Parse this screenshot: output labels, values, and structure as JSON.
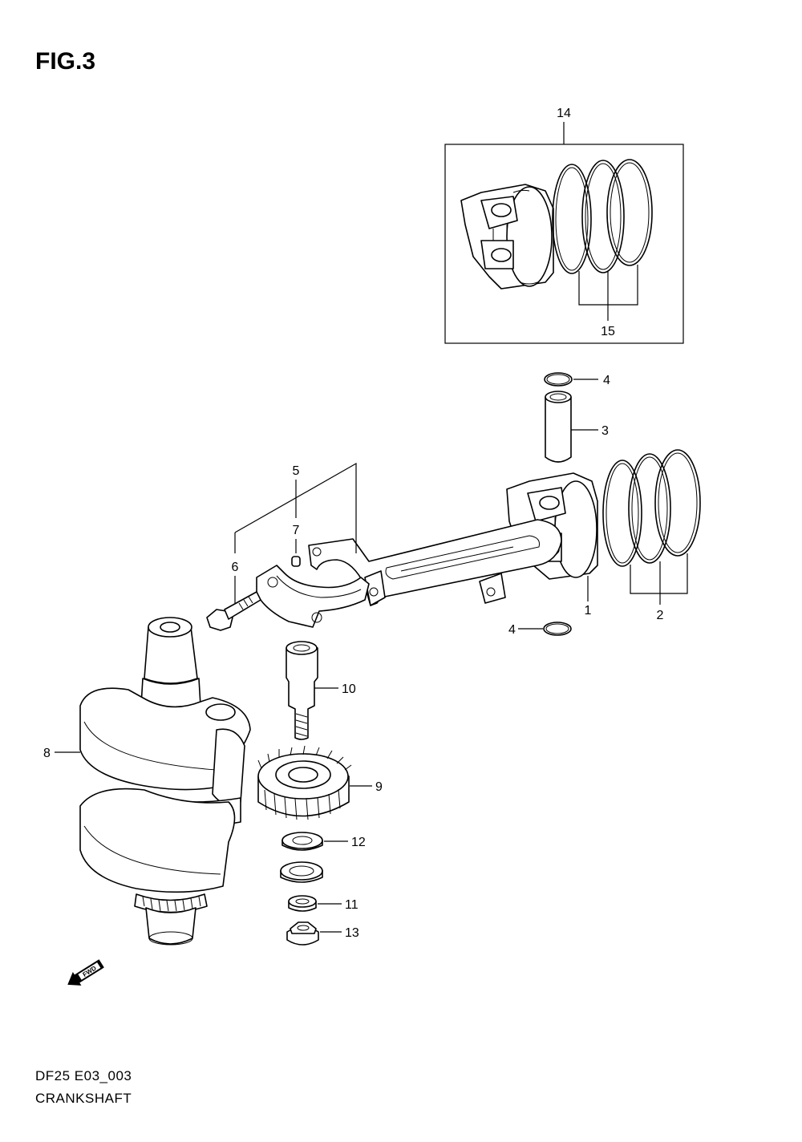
{
  "figure": {
    "title": "FIG.3",
    "model_code": "DF25 E03_003",
    "section_name": "CRANKSHAFT"
  },
  "direction_marker": {
    "label": "FWD",
    "icon": "fwd-arrow-icon"
  },
  "callouts": {
    "c1": "1",
    "c2": "2",
    "c3": "3",
    "c4a": "4",
    "c4b": "4",
    "c5": "5",
    "c6": "6",
    "c7": "7",
    "c8": "8",
    "c9": "9",
    "c10": "10",
    "c11": "11",
    "c12": "12",
    "c13": "13",
    "c14": "14",
    "c15": "15"
  }
}
